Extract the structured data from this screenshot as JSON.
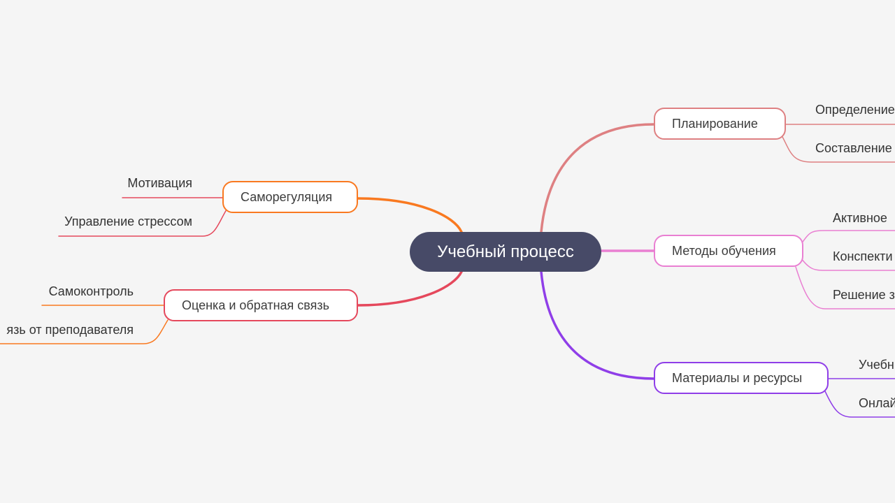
{
  "root": {
    "label": "Учебный процесс"
  },
  "branches": {
    "planning": {
      "label": "Планирование",
      "color": "#de8082",
      "leaves": [
        "Определение",
        "Составление"
      ]
    },
    "methods": {
      "label": "Методы обучения",
      "color": "#e97fd2",
      "leaves": [
        "Активное",
        "Конспекти",
        "Решение з"
      ]
    },
    "materials": {
      "label": "Материалы и ресурсы",
      "color": "#8f3ee8",
      "leaves": [
        "Учебн",
        "Онлай"
      ]
    },
    "selfreg": {
      "label": "Саморегуляция",
      "color": "#f97920",
      "leaves": [
        "Мотивация",
        "Управление стрессом"
      ]
    },
    "evaluation": {
      "label": "Оценка и обратная связь",
      "color": "#e5485c",
      "leaves": [
        "Самоконтроль",
        "язь от преподавателя"
      ]
    }
  },
  "colors": {
    "background": "#f5f5f5",
    "root_fill": "#474a67",
    "leaf_text": "#333333",
    "leaf_line_selfreg": "#e5485c",
    "leaf_line_evaluation": "#f97920"
  }
}
